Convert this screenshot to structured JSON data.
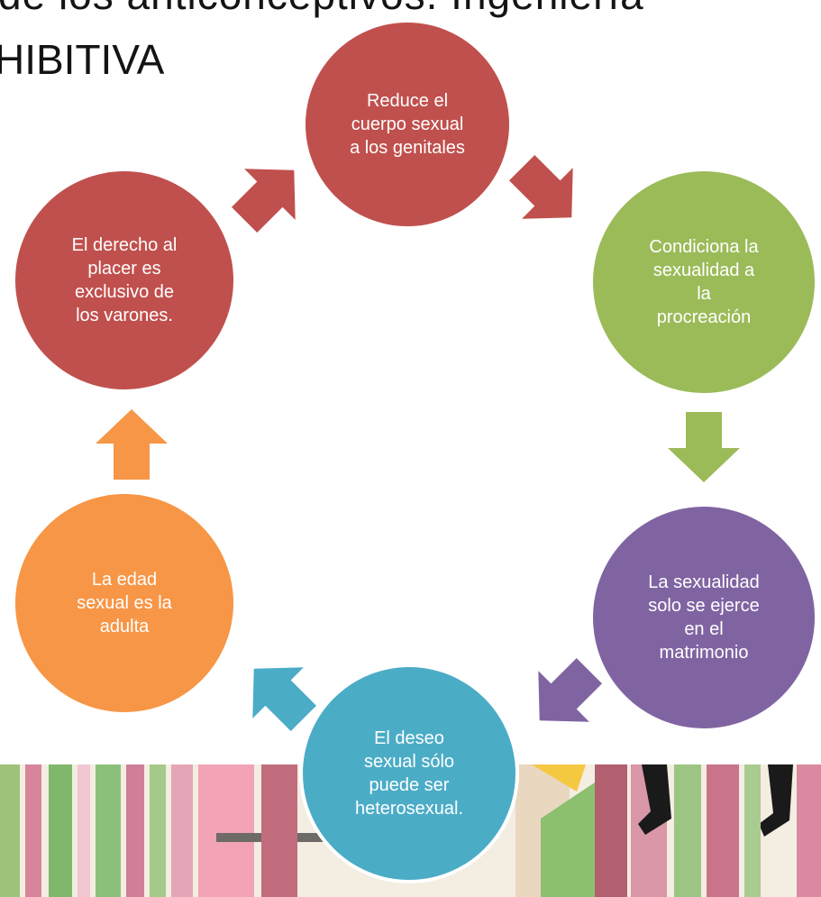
{
  "title": {
    "line1": "de los anticonceptivos. Ingeniería",
    "line2": "HIBITIVA"
  },
  "colors": {
    "red": "#C0504D",
    "green": "#9BBB59",
    "purple": "#8064A2",
    "teal": "#4BACC6",
    "orange": "#F79646",
    "text": "#FFFFFF"
  },
  "cycle": {
    "nodes": [
      {
        "id": "genitales",
        "label": "Reduce el\ncuerpo sexual\na los genitales",
        "color": "#C0504D"
      },
      {
        "id": "procreacion",
        "label": "Condiciona la\nsexualidad a\nla\nprocreación",
        "color": "#9BBB59"
      },
      {
        "id": "matrimonio",
        "label": "La sexualidad\nsolo se ejerce\nen el\nmatrimonio",
        "color": "#8064A2"
      },
      {
        "id": "heterosexual",
        "label": "El deseo\nsexual sólo\npuede ser\nheterosexual.",
        "color": "#4BACC6"
      },
      {
        "id": "adulta",
        "label": "La edad\nsexual es la\nadulta",
        "color": "#F79646"
      },
      {
        "id": "varones",
        "label": "El derecho al\nplacer es\nexclusivo de\nlos varones.",
        "color": "#C0504D"
      }
    ],
    "arrows": [
      {
        "from": "genitales",
        "to": "procreacion",
        "color": "#C0504D"
      },
      {
        "from": "procreacion",
        "to": "matrimonio",
        "color": "#9BBB59"
      },
      {
        "from": "matrimonio",
        "to": "heterosexual",
        "color": "#8064A2"
      },
      {
        "from": "heterosexual",
        "to": "adulta",
        "color": "#4BACC6"
      },
      {
        "from": "adulta",
        "to": "varones",
        "color": "#F79646"
      },
      {
        "from": "varones",
        "to": "genitales",
        "color": "#C0504D"
      }
    ]
  }
}
